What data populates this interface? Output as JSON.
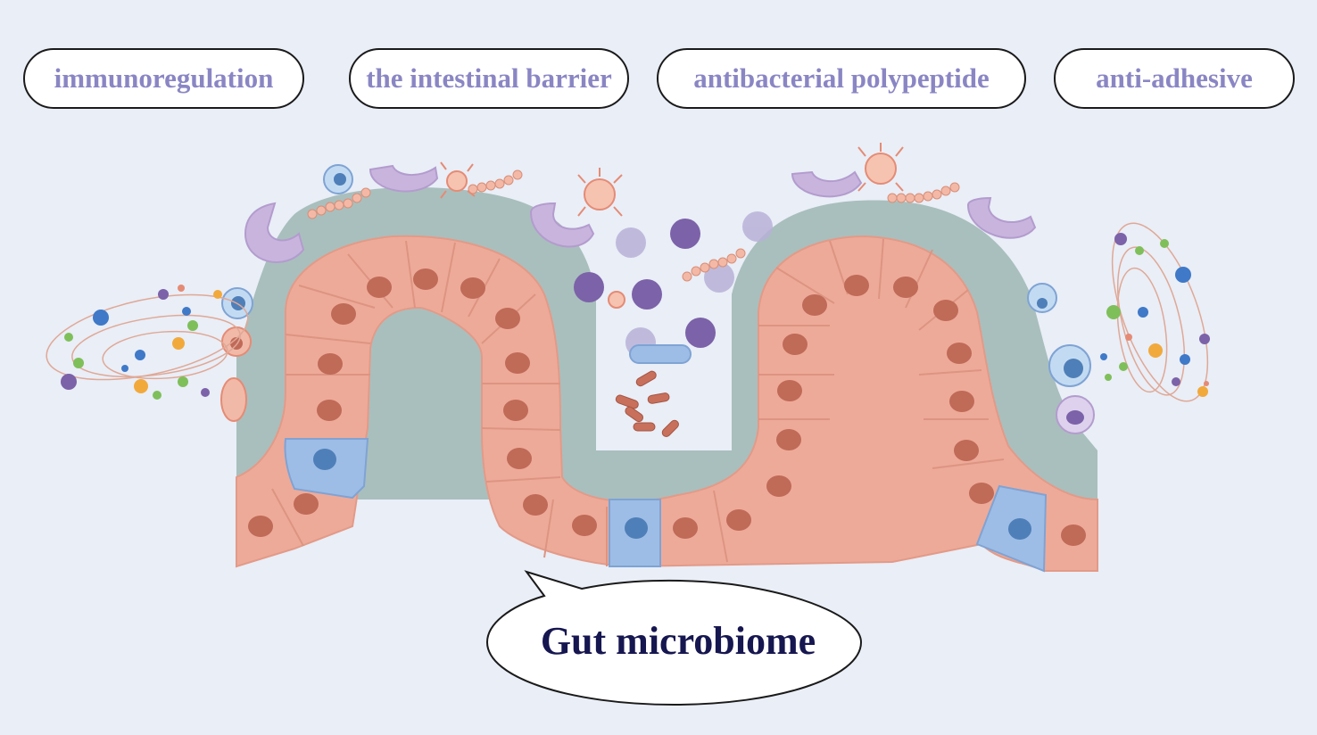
{
  "labels": {
    "immunoregulation": "immunoregulation",
    "intestinal_barrier": "the intestinal barrier",
    "antibacterial_polypeptide": "antibacterial polypeptide",
    "anti_adhesive": "anti-adhesive",
    "gut_microbiome": "Gut microbiome"
  },
  "colors": {
    "background": "#e9eef7",
    "label_text": "#8a86c4",
    "mucus": "#a9bfbd",
    "epithelial_cell": "#eeaa98",
    "nucleus": "#c06a58",
    "blue_cell": "#9dbde6",
    "blue_nucleus": "#4f7fb8",
    "purple_crescent": "#c9b4de",
    "dark_purple_ball": "#7c62a8",
    "light_purple_ball": "#b8b2d8",
    "callout_text": "#161650"
  }
}
